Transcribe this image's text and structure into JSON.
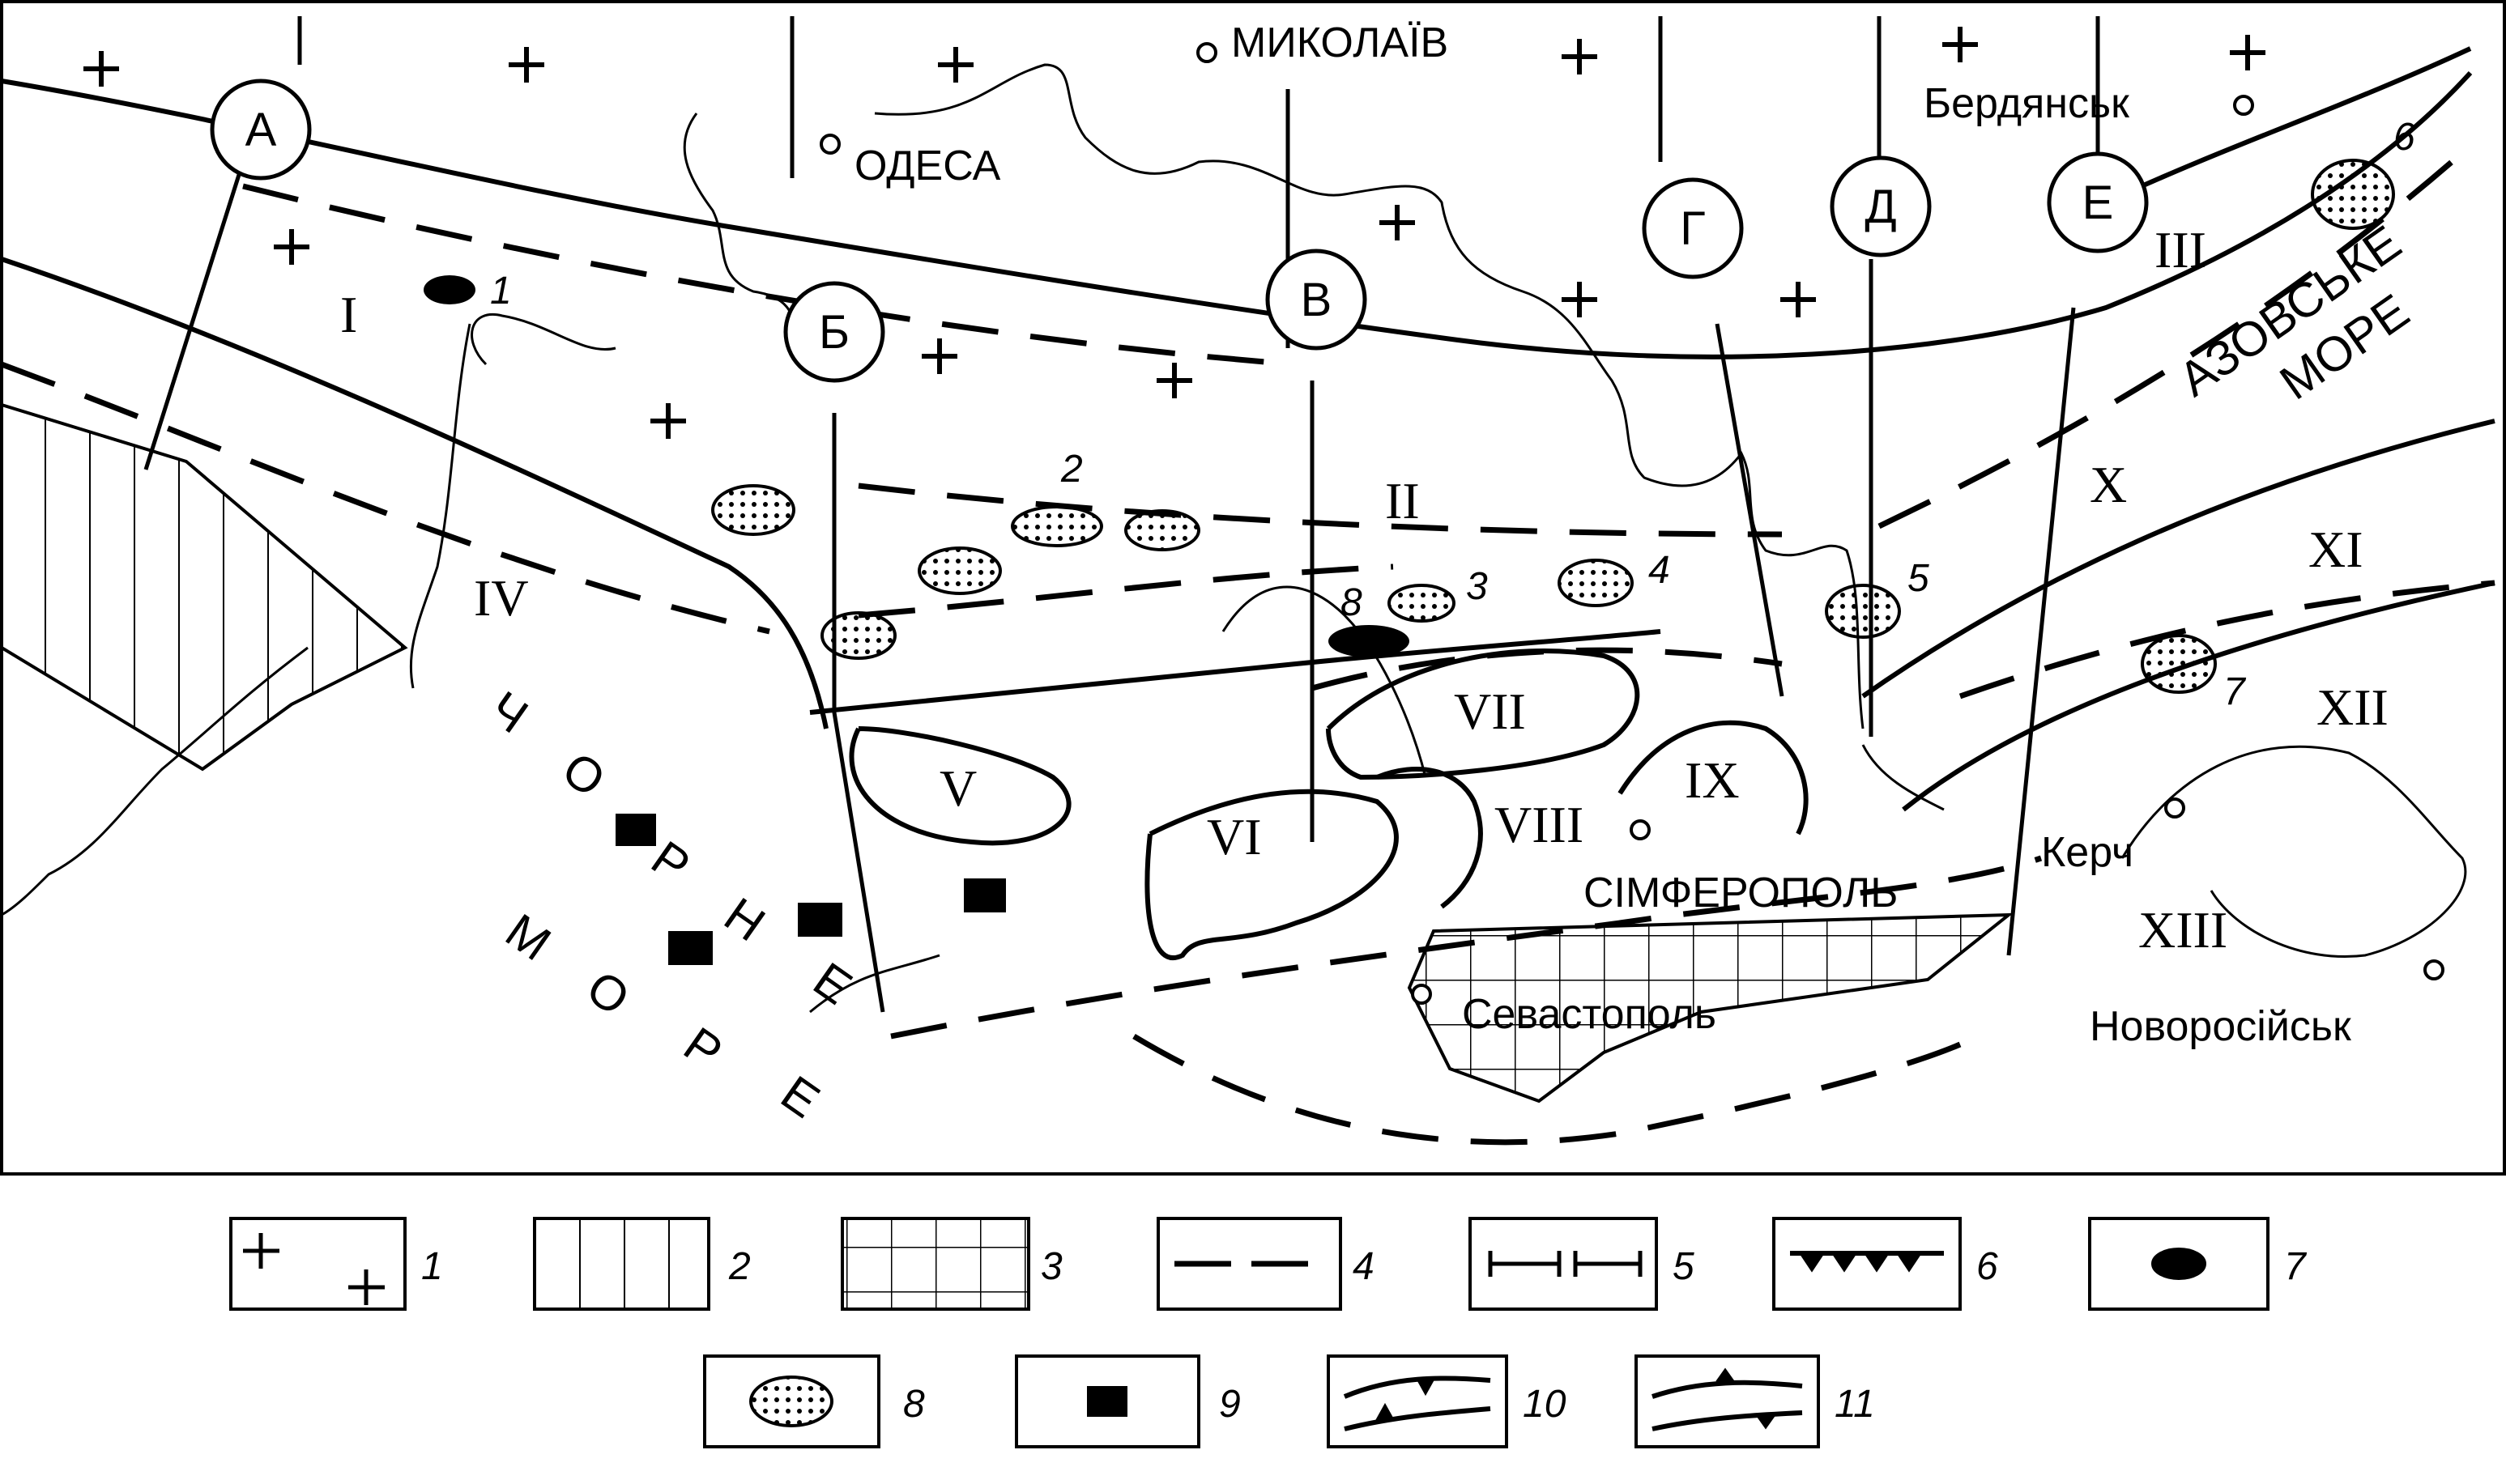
{
  "map": {
    "cities": [
      {
        "id": "mykolaiv",
        "label": "МИКОЛАЇВ"
      },
      {
        "id": "odesa",
        "label": "ОДЕСА"
      },
      {
        "id": "berdiansk",
        "label": "Бердянськ"
      },
      {
        "id": "kerch",
        "label": "Керч"
      },
      {
        "id": "simferopol",
        "label": "СІМФЕРОПОЛЬ"
      },
      {
        "id": "sevastopol",
        "label": "Севастополь"
      },
      {
        "id": "novorossiisk",
        "label": "Новоросійськ"
      }
    ],
    "profiles": [
      "А",
      "Б",
      "В",
      "Г",
      "Д",
      "Е"
    ],
    "regions": [
      "I",
      "II",
      "III",
      "IV",
      "V",
      "VI",
      "VII",
      "VIII",
      "IX",
      "X",
      "XI",
      "XII",
      "XIII"
    ],
    "deposit_numbers": [
      "1",
      "2",
      "3",
      "4",
      "5",
      "6",
      "7",
      "8"
    ],
    "seas": {
      "black_sea_letters": [
        "Ч",
        "О",
        "Р",
        "Н",
        "Е",
        "М",
        "О",
        "Р",
        "Е"
      ],
      "azov_line1": "АЗОВСЬКЕ",
      "azov_line2": "МОРЕ"
    },
    "legend": [
      "1",
      "2",
      "3",
      "4",
      "5",
      "6",
      "7",
      "8",
      "9",
      "10",
      "11"
    ]
  }
}
